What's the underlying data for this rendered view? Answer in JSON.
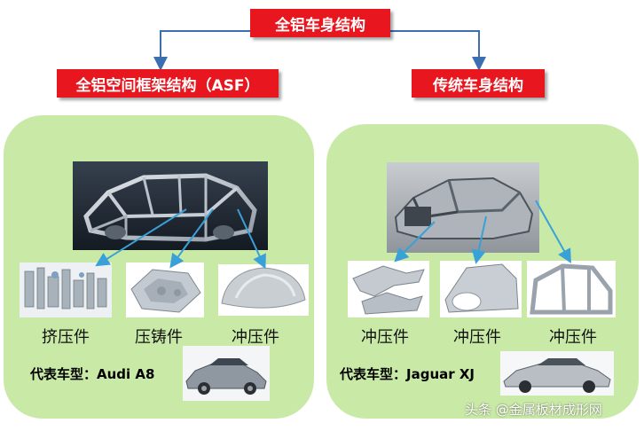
{
  "root": {
    "title": "全铝车身结构"
  },
  "branches": [
    {
      "title": "全铝空间框架结构（ASF）",
      "parts": [
        {
          "label": "挤压件"
        },
        {
          "label": "压铸件"
        },
        {
          "label": "冲压件"
        }
      ],
      "model": "代表车型：Audi A8"
    },
    {
      "title": "传统车身结构",
      "parts": [
        {
          "label": "冲压件"
        },
        {
          "label": "冲压件"
        },
        {
          "label": "冲压件"
        }
      ],
      "model": "代表车型：Jaguar XJ"
    }
  ],
  "watermark": "头条 @金属板材成形网",
  "colors": {
    "title_box": "#e8171f",
    "panel": "#c9e9a6",
    "connector": "#3b6fb0",
    "arrow": "#3aa0d8"
  }
}
